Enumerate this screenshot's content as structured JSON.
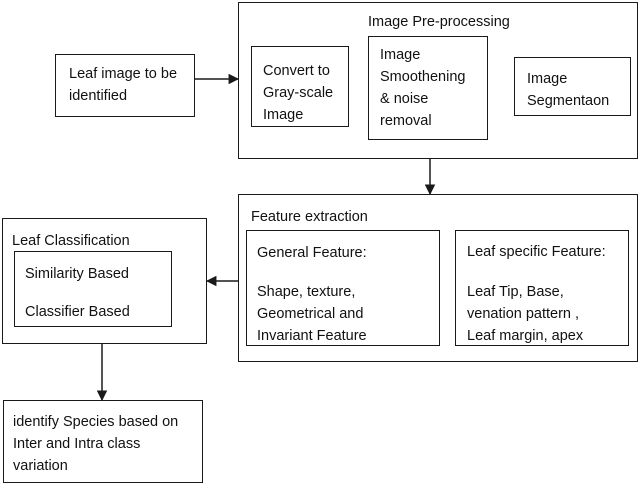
{
  "input": {
    "label": "Leaf image to be\nidentified"
  },
  "preprocessing": {
    "title": "Image Pre-processing",
    "steps": [
      "Convert to\nGray-scale\nImage",
      "Image\nSmoothening\n& noise\nremoval",
      "Image\nSegmentaon"
    ]
  },
  "feature_extraction": {
    "title": "Feature extraction",
    "general": {
      "title": "General Feature:",
      "text": "Shape, texture,\nGeometrical and\nInvariant Feature"
    },
    "leaf_specific": {
      "title": "Leaf specific Feature:",
      "text": "Leaf Tip, Base,\nvenation pattern ,\nLeaf margin, apex"
    }
  },
  "classification": {
    "title": "Leaf Classification",
    "methods": [
      "Similarity Based",
      "Classifier Based"
    ]
  },
  "output": {
    "label": "identify Species based on\nInter and Intra class\nvariation"
  }
}
